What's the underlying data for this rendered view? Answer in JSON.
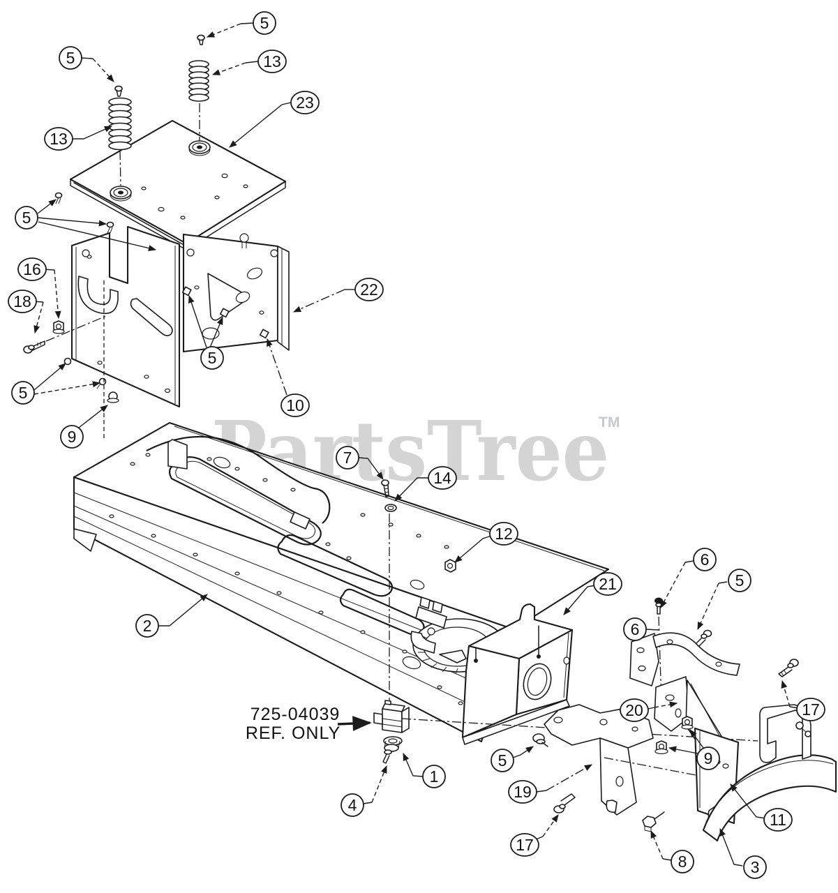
{
  "diagram": {
    "watermark": "PartsTree",
    "watermark_tm": "TM",
    "ref_label_line1": "725-04039",
    "ref_label_line2": "REF. ONLY"
  },
  "callouts": [
    {
      "label": "5"
    },
    {
      "label": "13"
    },
    {
      "label": "5"
    },
    {
      "label": "13"
    },
    {
      "label": "23"
    },
    {
      "label": "5"
    },
    {
      "label": "16"
    },
    {
      "label": "18"
    },
    {
      "label": "5"
    },
    {
      "label": "5"
    },
    {
      "label": "9"
    },
    {
      "label": "10"
    },
    {
      "label": "22"
    },
    {
      "label": "7"
    },
    {
      "label": "14"
    },
    {
      "label": "12"
    },
    {
      "label": "2"
    },
    {
      "label": "21"
    },
    {
      "label": "6"
    },
    {
      "label": "5"
    },
    {
      "label": "6"
    },
    {
      "label": "20"
    },
    {
      "label": "17"
    },
    {
      "label": "9"
    },
    {
      "label": "5"
    },
    {
      "label": "19"
    },
    {
      "label": "17"
    },
    {
      "label": "1"
    },
    {
      "label": "4"
    },
    {
      "label": "8"
    },
    {
      "label": "3"
    },
    {
      "label": "11"
    }
  ]
}
